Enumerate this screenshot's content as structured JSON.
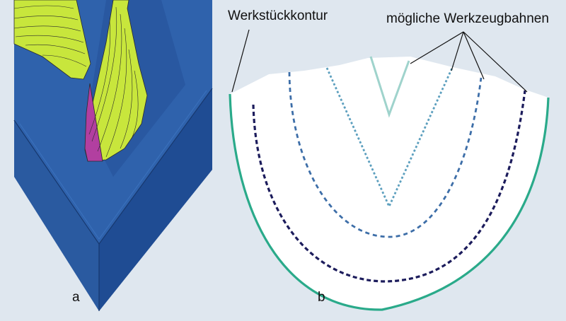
{
  "labels": {
    "contour": "Werkstückkontur",
    "paths": "mögliche Werkzeugbahnen",
    "panel_a": "a",
    "panel_b": "b"
  },
  "colors": {
    "background": "#dfe7ef",
    "block_top": "#2f62ac",
    "block_left": "#2a5aa0",
    "block_right": "#1f4c93",
    "tool_green": "#c8e63c",
    "tool_magenta": "#b23fa0",
    "contour": "#2aaa8a",
    "path_navy": "#1c1c5c",
    "path_blue": "#3d6ea8",
    "path_light": "#5c9fbe",
    "path_cyan": "#9fd3cc"
  }
}
